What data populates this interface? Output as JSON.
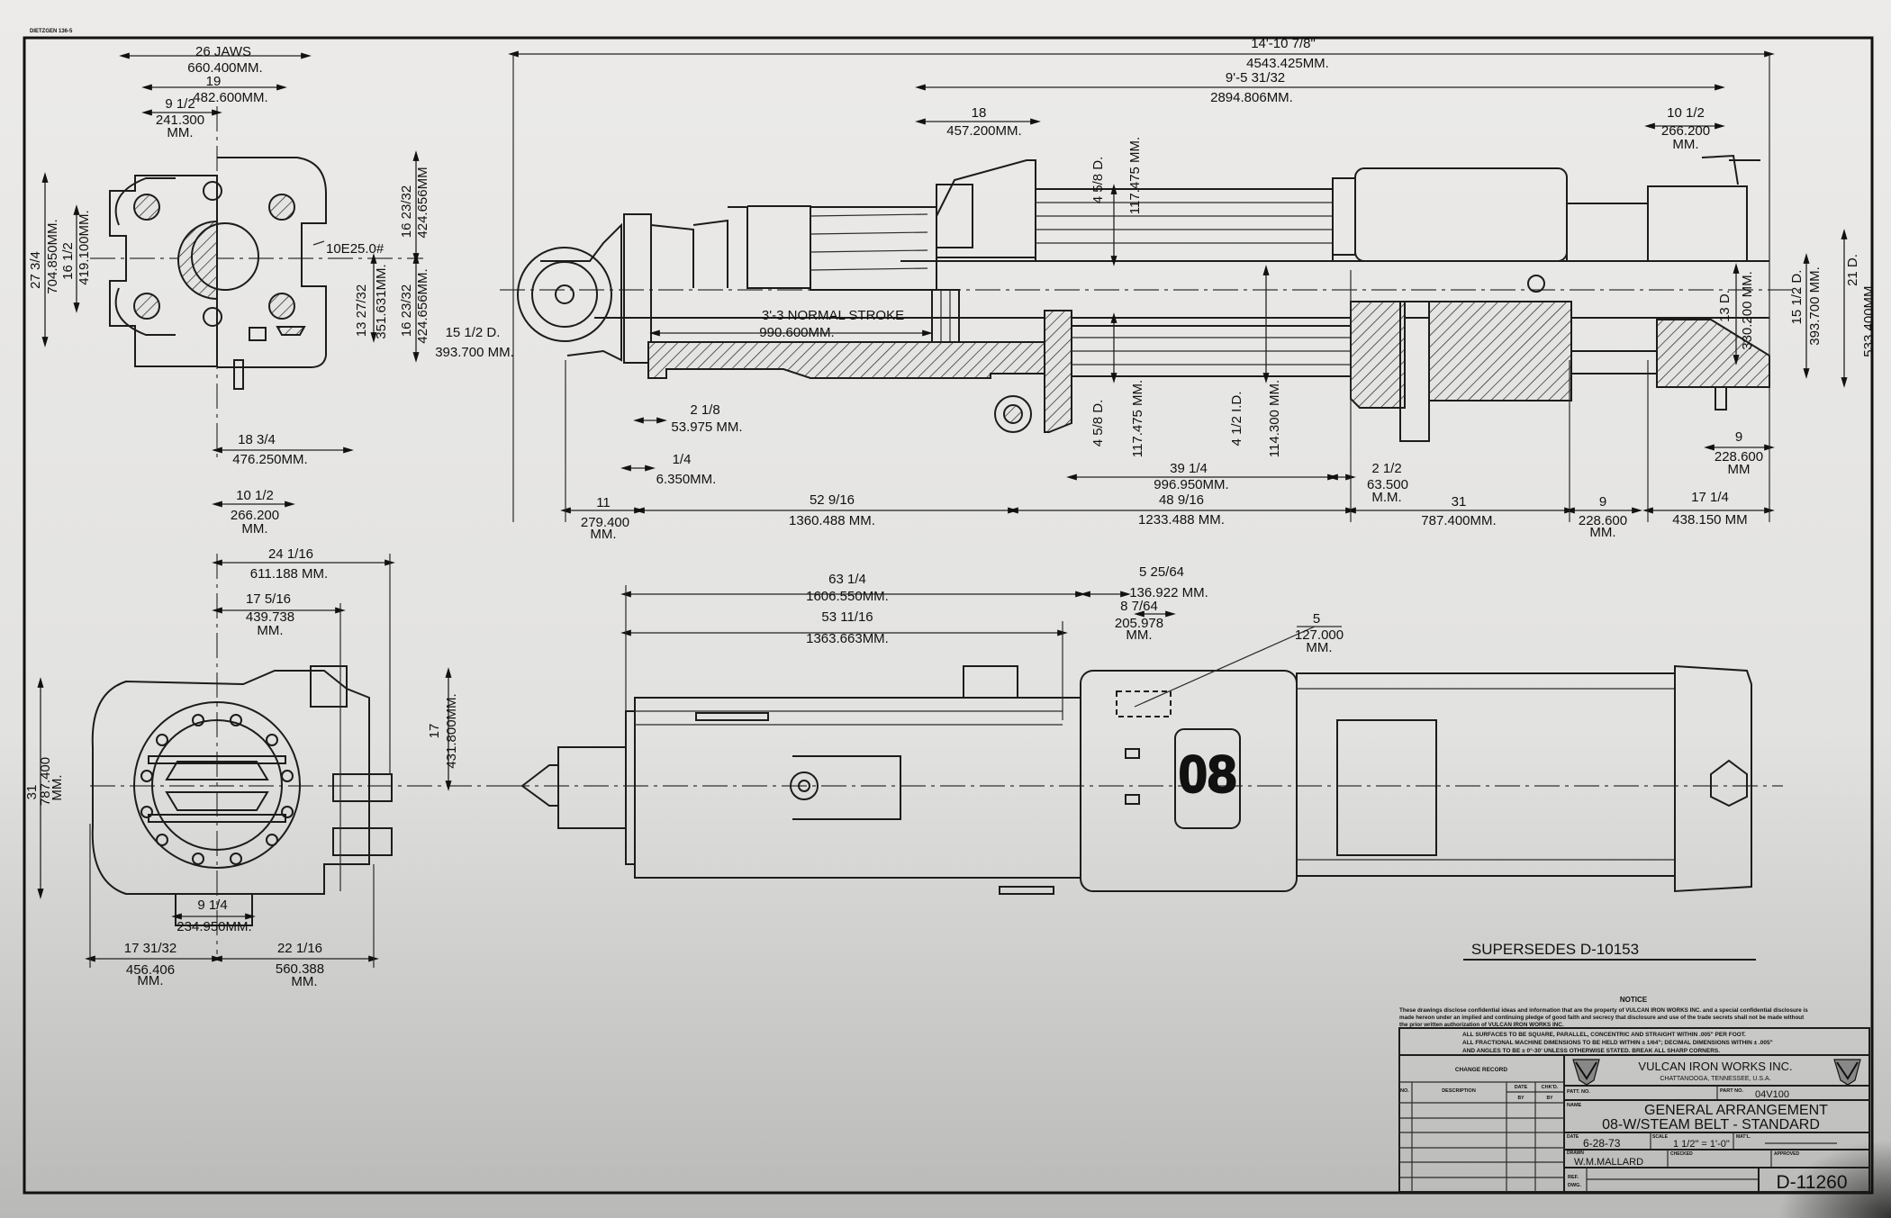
{
  "sheet": {
    "paper_stamp": "DIETZGEN 136-5",
    "supersedes": "SUPERSEDES D-10153"
  },
  "end_view_top": {
    "jaws": "26 JAWS",
    "jaws_mm": "660.400MM.",
    "w19": "19",
    "w19_mm": "482.600MM.",
    "w9": "9 1/2",
    "w9_mm": "241.300",
    "mm": "MM.",
    "h27": "27 3/4",
    "h27_mm": "704.850MM.",
    "h16": "16 1/2",
    "h16_mm": "419.100MM.",
    "h16b": "16 23/32",
    "h16b_mm": "424.656MM",
    "h16c": "16 23/32",
    "h16c_mm": "424.656MM.",
    "h13": "13 27/32",
    "h13_mm": "351.631MM.",
    "channel": "10E25.0#",
    "w10": "10 1/2",
    "w10_mm": "266.200",
    "w10_unit": "MM.",
    "w18": "18 3/4",
    "w18_mm": "476.250MM."
  },
  "side_view": {
    "overall": "14'-10 7/8\"",
    "overall_mm": "4543.425MM.",
    "l9": "9'-5 31/32",
    "l9_mm": "2894.806MM.",
    "l18": "18",
    "l18_mm": "457.200MM.",
    "d458_top": "4 5/8 D.",
    "d458_top_mm": "117.475 MM.",
    "l10": "10 1/2",
    "l10_mm": "266.200",
    "l10_unit": "MM.",
    "d15r": "15 1/2 D.",
    "d15r_mm": "393.700 MM.",
    "d21": "21 D.",
    "d21_mm": "533.400MM.",
    "d13": "13 D.",
    "d13_mm": "330.200 MM.",
    "stroke": "3'-3 NORMAL STROKE",
    "stroke_mm": "990.600MM.",
    "d15l": "15 1/2 D.",
    "d15l_mm": "393.700 MM.",
    "l218": "2 1/8",
    "l218_mm": "53.975 MM.",
    "l14": "1/4",
    "l14_mm": "6.350MM.",
    "d458_bot": "4 5/8 D.",
    "d458_bot_mm": "117.475 MM.",
    "id412": "4 1/2 I.D.",
    "id412_mm": "114.300 MM.",
    "l39": "39 1/4",
    "l39_mm": "996.950MM.",
    "l212": "2 1/2",
    "l212_mm": "63.500",
    "l212_unit": "M.M.",
    "l9r": "9",
    "l9r_mm": "228.600",
    "l9r_unit": "MM",
    "b11": "11",
    "b11_mm": "279.400",
    "b11_unit": "MM.",
    "b52": "52 9/16",
    "b52_mm": "1360.488 MM.",
    "b48": "48 9/16",
    "b48_mm": "1233.488 MM.",
    "b31": "31",
    "b31_mm": "787.400MM.",
    "b9": "9",
    "b9_mm": "228.600",
    "b9_unit": "MM.",
    "b17": "17 1/4",
    "b17_mm": "438.150 MM"
  },
  "end_view_bottom": {
    "w24": "24 1/16",
    "w24_mm": "611.188 MM.",
    "w17": "17 5/16",
    "w17_mm": "439.738",
    "w17_unit": "MM.",
    "h17": "17",
    "h17_mm": "431.800MM.",
    "h31": "31",
    "h31_mm": "787.400",
    "h31_unit": "MM.",
    "w9": "9 1/4",
    "w9_mm": "234.950MM.",
    "b17": "17 31/32",
    "b17_mm": "456.406",
    "b17_unit": "MM.",
    "b22": "22 1/16",
    "b22_mm": "560.388",
    "b22_unit": "MM."
  },
  "plan_view": {
    "l63": "63 1/4",
    "l63_mm": "1606.550MM.",
    "l53": "53 11/16",
    "l53_mm": "1363.663MM.",
    "l5": "5 25/64",
    "l5_mm": "136.922 MM.",
    "l8": "8 7/64",
    "l8_mm": "205.978",
    "l8_unit": "MM.",
    "r5": "5",
    "r5_mm": "127.000",
    "r5_unit": "MM.",
    "plate": "08"
  },
  "title_block": {
    "notice_title": "NOTICE",
    "notice_lines": [
      "These drawings disclose confidential ideas and information that are the property of VULCAN IRON WORKS INC. and a special confidential disclosure is",
      "made hereon under an implied and continuing pledge of good faith and secrecy that disclosure and use of the trade secrets shall not be made without",
      "the prior written authorization of VULCAN IRON WORKS INC."
    ],
    "tolerances": [
      "ALL SURFACES TO BE SQUARE, PARALLEL, CONCENTRIC AND STRAIGHT WITHIN .005\" PER FOOT.",
      "ALL FRACTIONAL MACHINE DIMENSIONS TO BE HELD WITHIN ± 1/64\"; DECIMAL DIMENSIONS WITHIN ± .005\"",
      "AND ANGLES TO BE ± 0°-30' UNLESS OTHERWISE STATED. BREAK ALL SHARP CORNERS."
    ],
    "change_record": "CHANGE RECORD",
    "col_no": "NO.",
    "col_description": "DESCRIPTION",
    "col_date": "DATE",
    "col_chkd": "CHK'D.",
    "col_by": "BY",
    "col_by2": "BY",
    "company": "VULCAN IRON WORKS INC.",
    "location": "CHATTANOOGA, TENNESSEE, U.S.A.",
    "patt_no_label": "PATT. NO.",
    "patt_no": "",
    "part_no_label": "PART NO.",
    "part_no": "04V100",
    "name_label": "NAME",
    "name_line1": "GENERAL ARRANGEMENT",
    "name_line2": "08-W/STEAM BELT - STANDARD",
    "date_label": "DATE",
    "date": "6-28-73",
    "scale_label": "SCALE",
    "scale": "1 1/2\" = 1'-0\"",
    "matl_label": "MAT'L.",
    "drawn_label": "DRAWN",
    "drawn": "W.M.MALLARD",
    "checked_label": "CHECKED",
    "approved_label": "APPROVED",
    "ref_label": "REF.",
    "dwg_label": "DWG.",
    "drawing_no": "D-11260"
  }
}
